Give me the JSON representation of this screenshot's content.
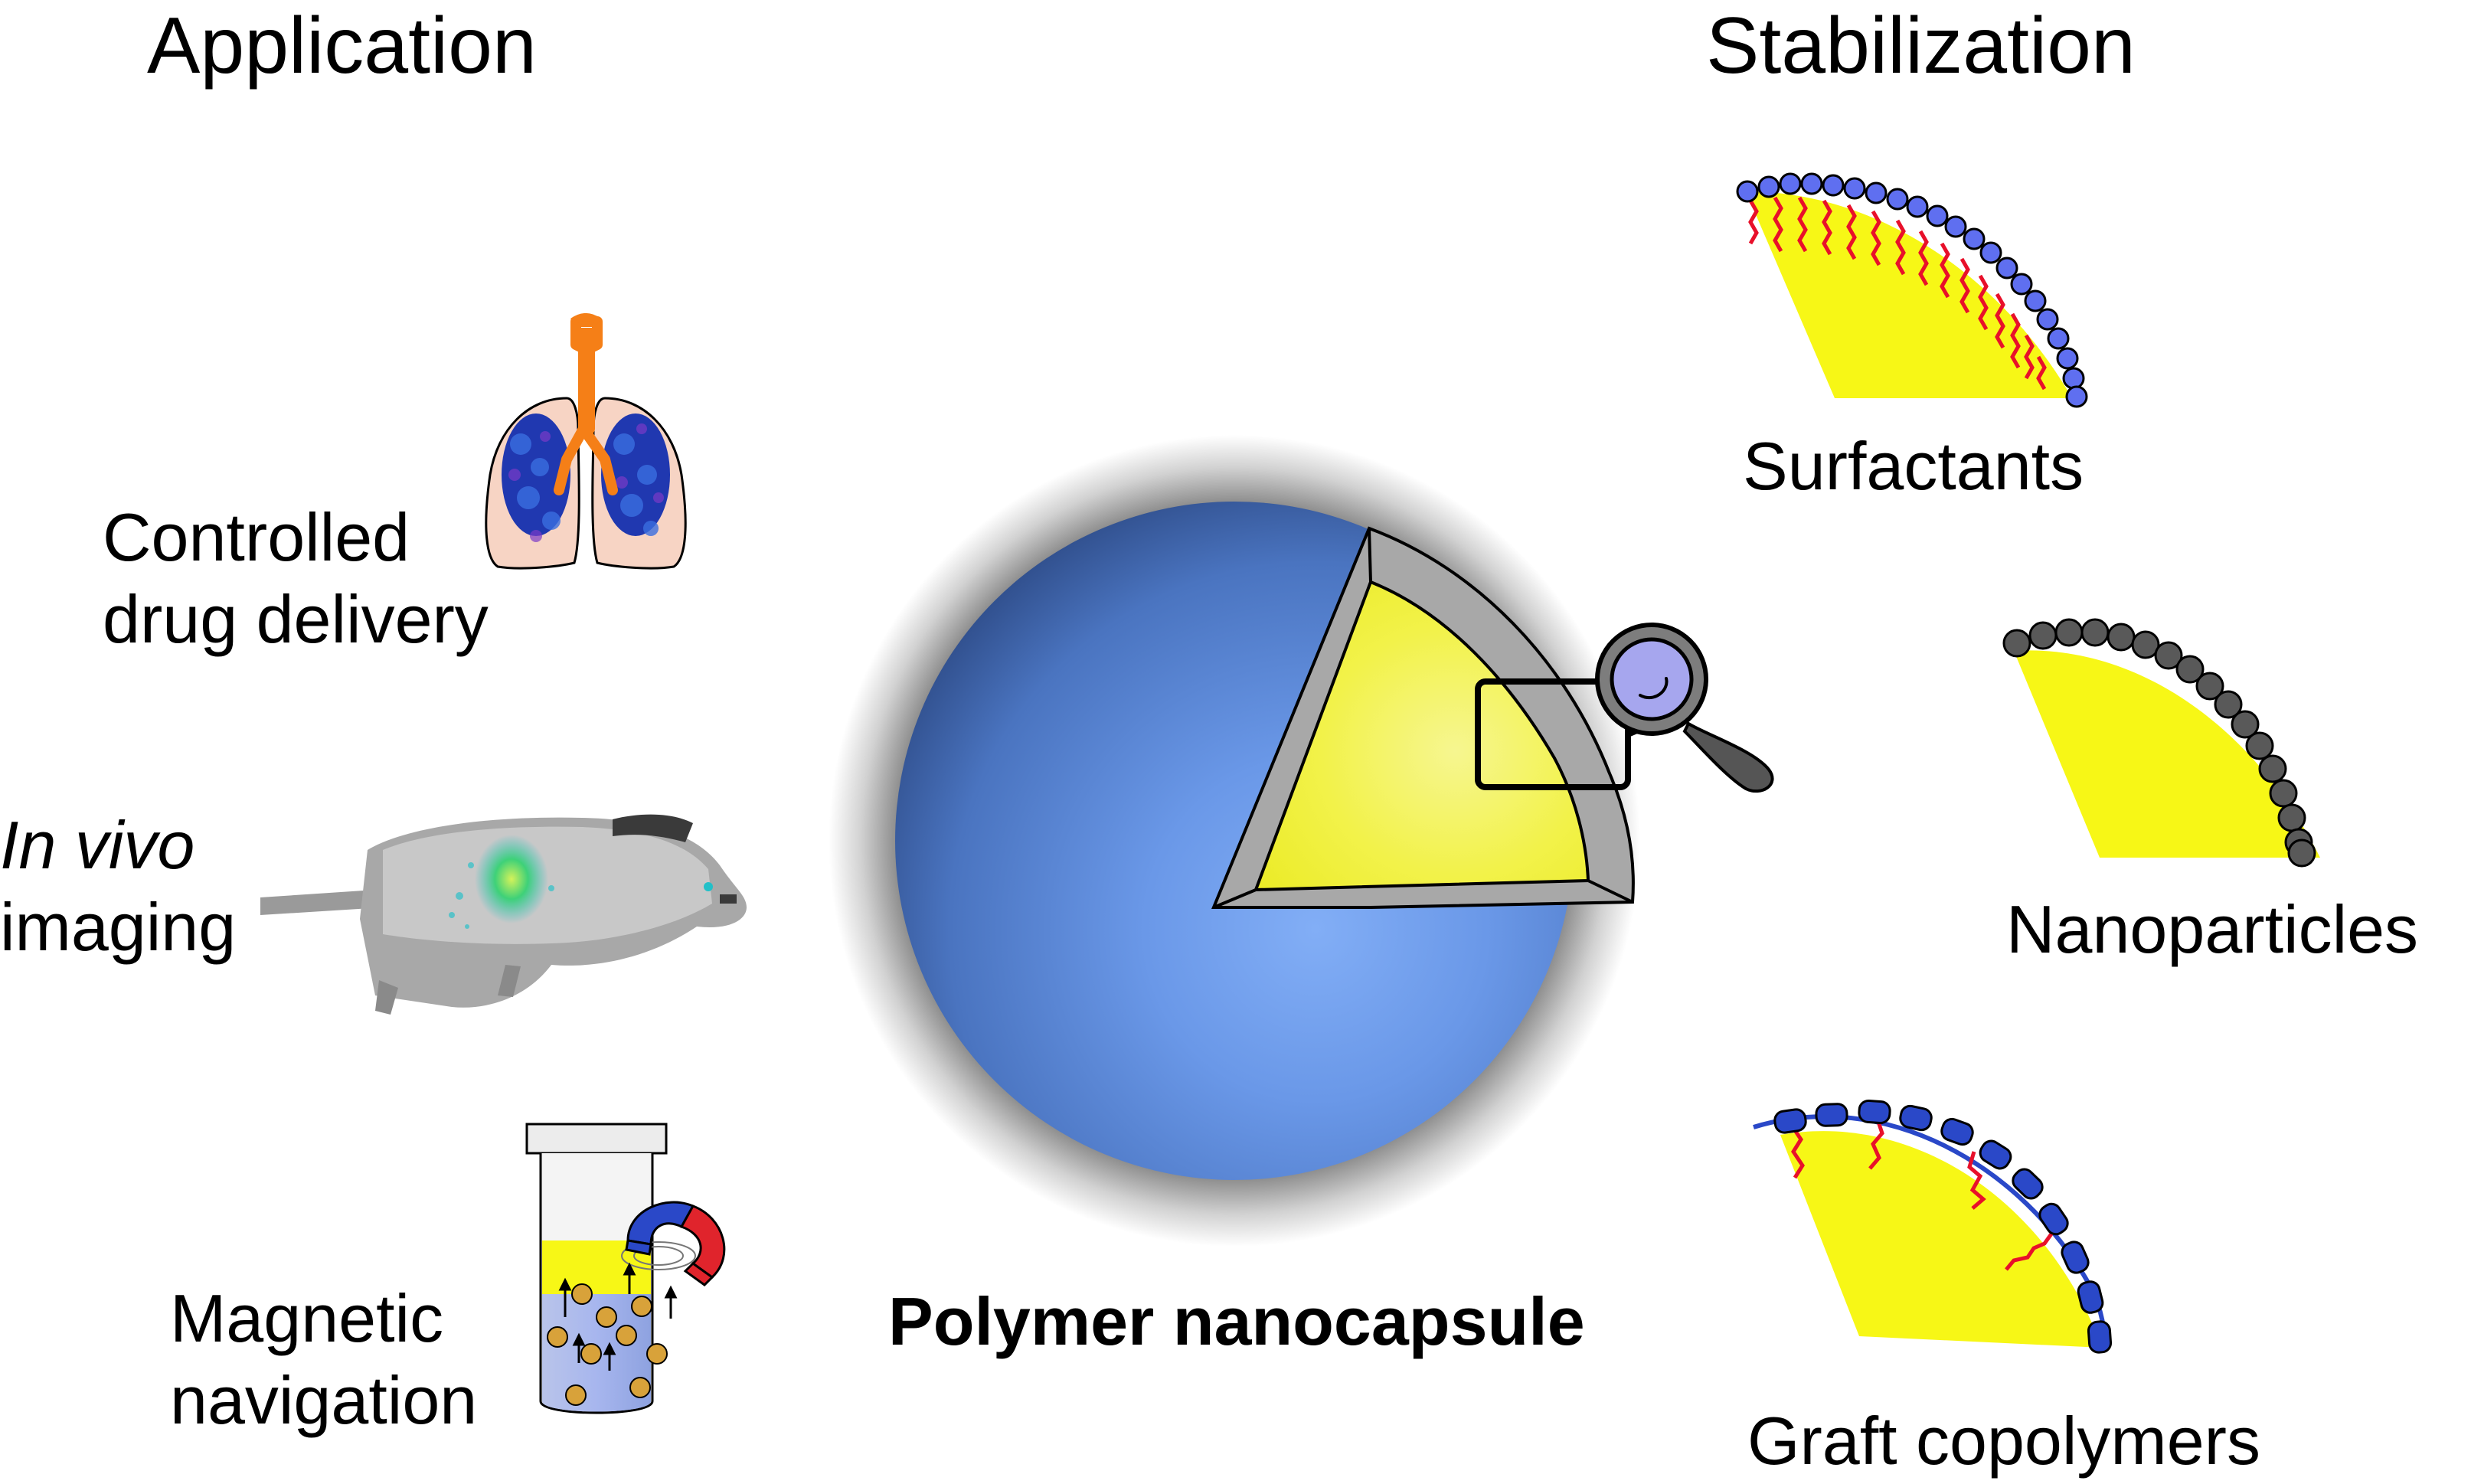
{
  "headings": {
    "left": "Application",
    "right": "Stabilization"
  },
  "applications": {
    "drug_delivery": {
      "line1": "Controlled",
      "line2": "drug delivery",
      "icon": "lungs-icon"
    },
    "imaging": {
      "line1": "In vivo",
      "line2": "imaging",
      "icon": "mouse-icon"
    },
    "magnetic": {
      "line1": "Magnetic",
      "line2": "navigation",
      "icon": "magnet-vial-icon"
    }
  },
  "center": {
    "label": "Polymer nanocapsule",
    "icon": "nanocapsule-sphere",
    "magnifier": "magnifier-icon"
  },
  "stabilization": {
    "surfactants": "Surfactants",
    "nanoparticles": "Nanoparticles",
    "graft": "Graft copolymers"
  },
  "colors": {
    "core": "#f7f716",
    "shell": "#a8a8a8",
    "sphere_light": "#7aa6f2",
    "sphere_dark": "#2e4e86",
    "surfactant_head": "#5f6ff0",
    "tail": "#e8102a",
    "particle": "#595959",
    "magnet_red": "#e0242c",
    "magnet_blue": "#2a48c8",
    "trachea": "#f57f17",
    "lung_tissue": "#f7d4c4"
  }
}
